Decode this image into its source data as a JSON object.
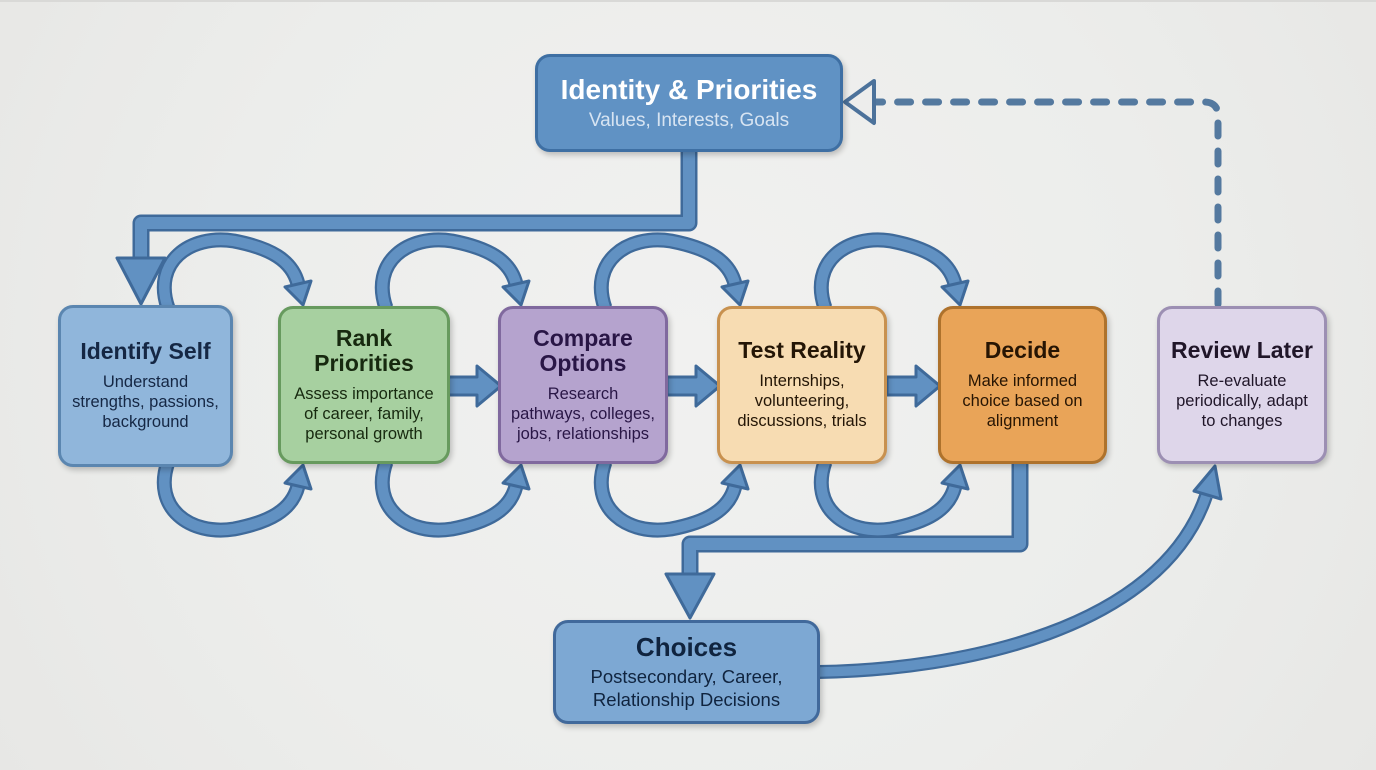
{
  "diagram": {
    "type": "flowchart",
    "background_color": "#ededec",
    "arrow_fill": "#6191c2",
    "arrow_outline": "#3f6a9a",
    "dashed_line_color": "#54799f"
  },
  "nodes": {
    "identity": {
      "title": "Identity & Priorities",
      "subtitle": "Values, Interests, Goals",
      "fill": "#6092c4",
      "border": "#3e6fa3"
    },
    "identify_self": {
      "title": "Identify Self",
      "subtitle": "Understand strengths, passions, background",
      "fill": "#90b6db",
      "border": "#5b86b0"
    },
    "rank_priorities": {
      "title": "Rank Priorities",
      "subtitle": "Assess importance of career, family, personal growth",
      "fill": "#a7d0a0",
      "border": "#679a5e"
    },
    "compare_options": {
      "title": "Compare Options",
      "subtitle": "Research pathways, colleges, jobs, relationships",
      "fill": "#b5a3ce",
      "border": "#80699e"
    },
    "test_reality": {
      "title": "Test Reality",
      "subtitle": "Internships, volunteering, discussions, trials",
      "fill": "#f7dcb2",
      "border": "#c8914f"
    },
    "decide": {
      "title": "Decide",
      "subtitle": "Make informed choice based on alignment",
      "fill": "#e9a458",
      "border": "#ae722c"
    },
    "review_later": {
      "title": "Review Later",
      "subtitle": "Re-evaluate periodically, adapt to changes",
      "fill": "#ded6ea",
      "border": "#9c8fb3"
    },
    "choices": {
      "title": "Choices",
      "subtitle": "Postsecondary, Career, Relationship Decisions",
      "fill": "#7da8d3",
      "border": "#41699b"
    }
  },
  "connections": [
    {
      "from": "identity",
      "to": "identify_self",
      "style": "solid-elbow"
    },
    {
      "from": "identify_self",
      "to": "rank_priorities",
      "style": "loop-arc-top"
    },
    {
      "from": "identify_self",
      "to": "rank_priorities",
      "style": "loop-arc-bottom"
    },
    {
      "from": "rank_priorities",
      "to": "compare_options",
      "style": "loop-arc-top"
    },
    {
      "from": "rank_priorities",
      "to": "compare_options",
      "style": "loop-arc-bottom"
    },
    {
      "from": "rank_priorities",
      "to": "compare_options",
      "style": "straight-block-arrow"
    },
    {
      "from": "compare_options",
      "to": "test_reality",
      "style": "loop-arc-top"
    },
    {
      "from": "compare_options",
      "to": "test_reality",
      "style": "loop-arc-bottom"
    },
    {
      "from": "compare_options",
      "to": "test_reality",
      "style": "straight-block-arrow"
    },
    {
      "from": "test_reality",
      "to": "decide",
      "style": "loop-arc-top"
    },
    {
      "from": "test_reality",
      "to": "decide",
      "style": "loop-arc-bottom"
    },
    {
      "from": "test_reality",
      "to": "decide",
      "style": "straight-block-arrow"
    },
    {
      "from": "decide",
      "to": "choices",
      "style": "solid-elbow"
    },
    {
      "from": "choices",
      "to": "review_later",
      "style": "curved"
    },
    {
      "from": "review_later",
      "to": "identity",
      "style": "dashed-elbow"
    }
  ]
}
